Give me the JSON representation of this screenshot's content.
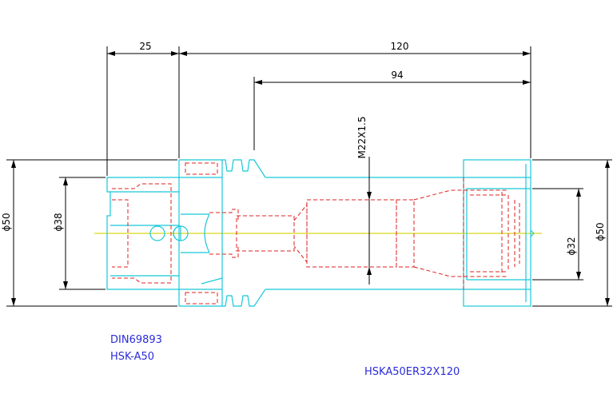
{
  "dimensions": {
    "len_25": "25",
    "len_120": "120",
    "len_94": "94",
    "thread": "M22X1.5",
    "dia_50_left": "ϕ50",
    "dia_38": "ϕ38",
    "dia_32": "ϕ32",
    "dia_50_right": "ϕ50"
  },
  "labels": {
    "standard": "DIN69893",
    "interface": "HSK-A50",
    "part_number": "HSKA50ER32X120"
  },
  "colors": {
    "outline": "#18c7d8",
    "hidden": "#e02020",
    "centerline": "#d8d81a",
    "dimension": "#000000",
    "annotation": "#2b2bd9"
  }
}
